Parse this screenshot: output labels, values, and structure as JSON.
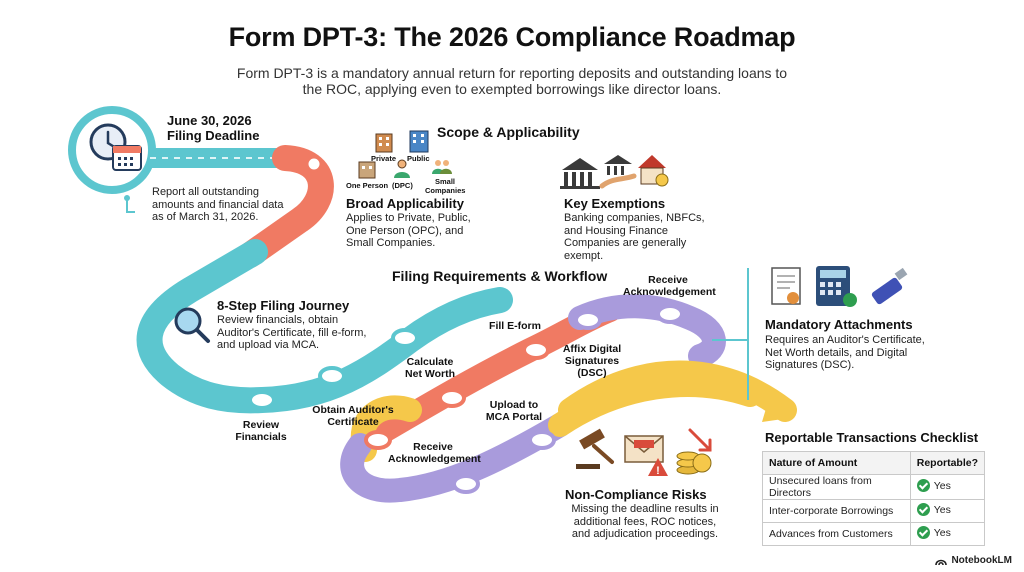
{
  "header": {
    "title": "Form DPT-3: The 2026 Compliance Roadmap",
    "subtitle": "Form DPT-3 is a mandatory annual return for reporting deposits and outstanding loans to the ROC, applying even to exempted borrowings like director loans."
  },
  "deadline": {
    "date": "June 30, 2026",
    "heading": "Filing Deadline",
    "text": "Report all outstanding amounts and financial data as of March 31, 2026."
  },
  "scope": {
    "heading": "Scope & Applicability",
    "entity_labels": {
      "private": "Private",
      "public": "Public",
      "one_person": "One Person",
      "dpc": "(DPC)",
      "small": "Small Companies"
    },
    "broad_heading": "Broad Applicability",
    "broad_text": "Applies to Private, Public, One Person (OPC), and Small Companies.",
    "exemptions_heading": "Key Exemptions",
    "exemptions_text": "Banking companies, NBFCs, and Housing Finance Companies are generally exempt."
  },
  "journey": {
    "heading": "8-Step Filing Journey",
    "text": "Review financials, obtain Auditor's Certificate, fill e-form, and upload via MCA."
  },
  "workflow": {
    "heading": "Filing Requirements & Workflow",
    "steps": {
      "review": "Review Financials",
      "obtain": "Obtain Auditor's Certificate",
      "calculate": "Calculate Net Worth",
      "fill": "Fill E-form",
      "affix": "Affix Digital Signatures (DSC)",
      "receive_top": "Receive Acknowledgement",
      "upload": "Upload to MCA Portal",
      "receive_bottom": "Receive Acknowledgement"
    }
  },
  "attachments": {
    "heading": "Mandatory Attachments",
    "text": "Requires an Auditor's Certificate, Net Worth details, and Digital Signatures (DSC)."
  },
  "risks": {
    "heading": "Non-Compliance Risks",
    "text": "Missing the deadline results in additional fees, ROC notices, and adjudication proceedings."
  },
  "checklist": {
    "heading": "Reportable Transactions Checklist",
    "col1": "Nature of Amount",
    "col2": "Reportable?",
    "rows": [
      {
        "item": "Unsecured loans from Directors",
        "value": "Yes"
      },
      {
        "item": "Inter-corporate Borrowings",
        "value": "Yes"
      },
      {
        "item": "Advances from Customers",
        "value": "Yes"
      }
    ]
  },
  "brand": "NotebookLM",
  "colors": {
    "teal": "#5cc6cf",
    "coral": "#f07a63",
    "purple": "#a99bdc",
    "yellow": "#f5c84a"
  }
}
